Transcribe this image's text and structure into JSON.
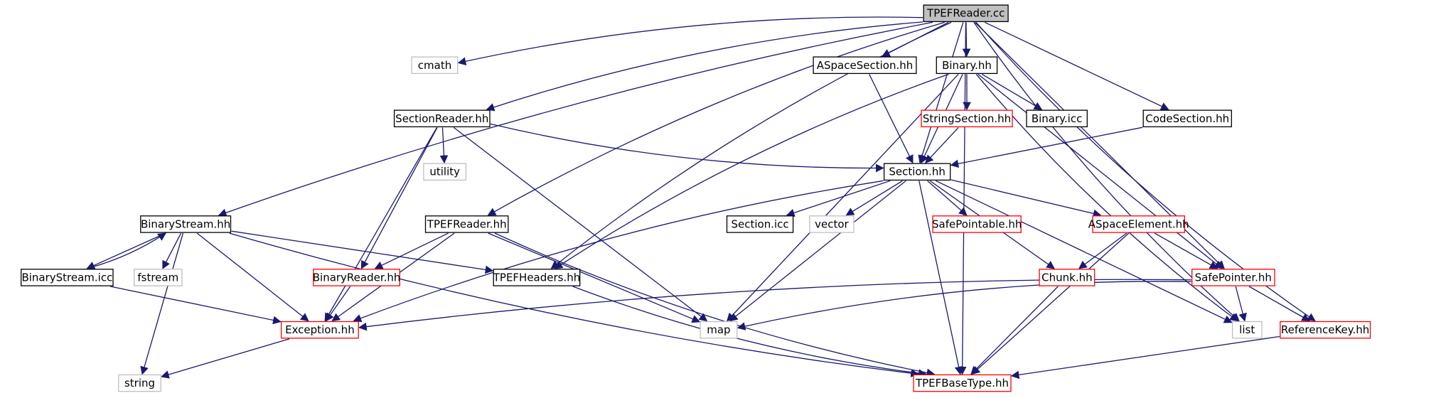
{
  "title": "TPEFReader.cc",
  "colors": {
    "edge": "#191970",
    "root_fill": "#bfbfbf",
    "border_documented": "#000000",
    "border_incomplete": "#ff0000",
    "border_external": "#bfbfbf"
  },
  "nodes": {
    "tpefreader_cc": {
      "label": "TPEFReader.cc",
      "kind": "root"
    },
    "cmath": {
      "label": "cmath",
      "kind": "external"
    },
    "aspacesection_hh": {
      "label": "ASpaceSection.hh",
      "kind": "documented"
    },
    "binary_hh": {
      "label": "Binary.hh",
      "kind": "documented"
    },
    "sectionreader_hh": {
      "label": "SectionReader.hh",
      "kind": "documented"
    },
    "stringsection_hh": {
      "label": "StringSection.hh",
      "kind": "incomplete"
    },
    "binary_icc": {
      "label": "Binary.icc",
      "kind": "documented"
    },
    "codesection_hh": {
      "label": "CodeSection.hh",
      "kind": "documented"
    },
    "utility": {
      "label": "utility",
      "kind": "external"
    },
    "section_hh": {
      "label": "Section.hh",
      "kind": "documented"
    },
    "binarystream_hh": {
      "label": "BinaryStream.hh",
      "kind": "documented"
    },
    "tpefreader_hh": {
      "label": "TPEFReader.hh",
      "kind": "documented"
    },
    "section_icc": {
      "label": "Section.icc",
      "kind": "documented"
    },
    "vector": {
      "label": "vector",
      "kind": "external"
    },
    "safepointable_hh": {
      "label": "SafePointable.hh",
      "kind": "incomplete"
    },
    "aspaceelement_hh": {
      "label": "ASpaceElement.hh",
      "kind": "incomplete"
    },
    "binarystream_icc": {
      "label": "BinaryStream.icc",
      "kind": "documented"
    },
    "fstream": {
      "label": "fstream",
      "kind": "external"
    },
    "binaryreader_hh": {
      "label": "BinaryReader.hh",
      "kind": "incomplete"
    },
    "tpefheaders_hh": {
      "label": "TPEFHeaders.hh",
      "kind": "documented"
    },
    "chunk_hh": {
      "label": "Chunk.hh",
      "kind": "incomplete"
    },
    "safepointer_hh": {
      "label": "SafePointer.hh",
      "kind": "incomplete"
    },
    "exception_hh": {
      "label": "Exception.hh",
      "kind": "incomplete"
    },
    "map": {
      "label": "map",
      "kind": "external"
    },
    "list": {
      "label": "list",
      "kind": "external"
    },
    "referencekey_hh": {
      "label": "ReferenceKey.hh",
      "kind": "incomplete"
    },
    "string": {
      "label": "string",
      "kind": "external"
    },
    "tpefbasetype_hh": {
      "label": "TPEFBaseType.hh",
      "kind": "incomplete"
    }
  },
  "edges": [
    [
      "tpefreader_cc",
      "cmath"
    ],
    [
      "tpefreader_cc",
      "aspacesection_hh"
    ],
    [
      "tpefreader_cc",
      "binary_hh"
    ],
    [
      "tpefreader_cc",
      "codesection_hh"
    ],
    [
      "tpefreader_cc",
      "sectionreader_hh"
    ],
    [
      "tpefreader_cc",
      "binarystream_hh"
    ],
    [
      "tpefreader_cc",
      "tpefreader_hh"
    ],
    [
      "tpefreader_cc",
      "tpefheaders_hh"
    ],
    [
      "tpefreader_cc",
      "section_hh"
    ],
    [
      "tpefreader_cc",
      "safepointer_hh"
    ],
    [
      "tpefreader_cc",
      "list"
    ],
    [
      "tpefreader_cc",
      "referencekey_hh"
    ],
    [
      "tpefreader_cc",
      "tpefbasetype_hh"
    ],
    [
      "aspacesection_hh",
      "section_hh"
    ],
    [
      "binary_hh",
      "stringsection_hh"
    ],
    [
      "binary_hh",
      "binary_icc"
    ],
    [
      "binary_hh",
      "section_hh"
    ],
    [
      "binary_hh",
      "tpefheaders_hh"
    ],
    [
      "binary_hh",
      "map"
    ],
    [
      "binary_hh",
      "safepointer_hh"
    ],
    [
      "binary_hh",
      "list"
    ],
    [
      "stringsection_hh",
      "section_hh"
    ],
    [
      "codesection_hh",
      "section_hh"
    ],
    [
      "sectionreader_hh",
      "utility"
    ],
    [
      "sectionreader_hh",
      "section_hh"
    ],
    [
      "sectionreader_hh",
      "binaryreader_hh"
    ],
    [
      "sectionreader_hh",
      "exception_hh"
    ],
    [
      "sectionreader_hh",
      "map"
    ],
    [
      "section_hh",
      "section_icc"
    ],
    [
      "section_hh",
      "vector"
    ],
    [
      "section_hh",
      "safepointable_hh"
    ],
    [
      "section_hh",
      "aspaceelement_hh"
    ],
    [
      "section_hh",
      "chunk_hh"
    ],
    [
      "section_hh",
      "exception_hh"
    ],
    [
      "section_hh",
      "map"
    ],
    [
      "section_hh",
      "list"
    ],
    [
      "section_hh",
      "tpefbasetype_hh"
    ],
    [
      "aspaceelement_hh",
      "chunk_hh"
    ],
    [
      "aspaceelement_hh",
      "safepointer_hh"
    ],
    [
      "aspaceelement_hh",
      "tpefbasetype_hh"
    ],
    [
      "chunk_hh",
      "tpefbasetype_hh"
    ],
    [
      "safepointer_hh",
      "exception_hh"
    ],
    [
      "safepointer_hh",
      "map"
    ],
    [
      "safepointer_hh",
      "list"
    ],
    [
      "safepointer_hh",
      "referencekey_hh"
    ],
    [
      "referencekey_hh",
      "tpefbasetype_hh"
    ],
    [
      "binarystream_hh",
      "binarystream_icc"
    ],
    [
      "binarystream_icc",
      "binarystream_hh"
    ],
    [
      "binarystream_hh",
      "fstream"
    ],
    [
      "binarystream_hh",
      "string"
    ],
    [
      "binarystream_hh",
      "exception_hh"
    ],
    [
      "binarystream_hh",
      "tpefheaders_hh"
    ],
    [
      "binarystream_hh",
      "tpefbasetype_hh"
    ],
    [
      "binarystream_icc",
      "exception_hh"
    ],
    [
      "tpefreader_hh",
      "binaryreader_hh"
    ],
    [
      "tpefreader_hh",
      "exception_hh"
    ],
    [
      "tpefreader_hh",
      "map"
    ],
    [
      "tpefreader_hh",
      "tpefbasetype_hh"
    ],
    [
      "binaryreader_hh",
      "exception_hh"
    ],
    [
      "tpefheaders_hh",
      "tpefbasetype_hh"
    ],
    [
      "exception_hh",
      "string"
    ]
  ]
}
